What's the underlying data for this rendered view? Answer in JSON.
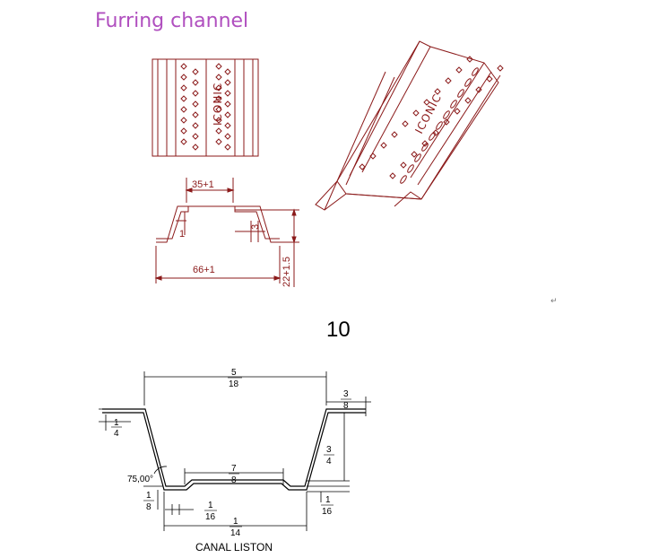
{
  "top_drawing": {
    "title": "Furring channel",
    "brand": "ICONIC",
    "brand_iso": "ICONIC",
    "dimensions": {
      "top_width": "35+1",
      "bottom_width": "66+1",
      "height": "22+1.5",
      "lip_left": "1",
      "lip_right": "3"
    },
    "colors": {
      "title": "#b04fbf",
      "line": "#8b1a1a"
    }
  },
  "figure_number": "10",
  "paragraph_mark": "↵",
  "bottom_drawing": {
    "caption": "CANAL LISTON",
    "angle": "75,00°",
    "dims": {
      "top_span": {
        "num": "5",
        "den": "18"
      },
      "right_flange": {
        "num": "3",
        "den": "8"
      },
      "left_flange_thk": {
        "num": "1",
        "den": "4"
      },
      "right_wall": {
        "num": "3",
        "den": "4"
      },
      "bottom_middle": {
        "num": "7",
        "den": "8"
      },
      "bottom_left_height": {
        "num": "1",
        "den": "8"
      },
      "bottom_left_small": {
        "num": "1",
        "den": "16"
      },
      "bottom_right_small": {
        "num": "1",
        "den": "16"
      },
      "bottom_total": {
        "num": "1",
        "den": "14"
      }
    }
  }
}
